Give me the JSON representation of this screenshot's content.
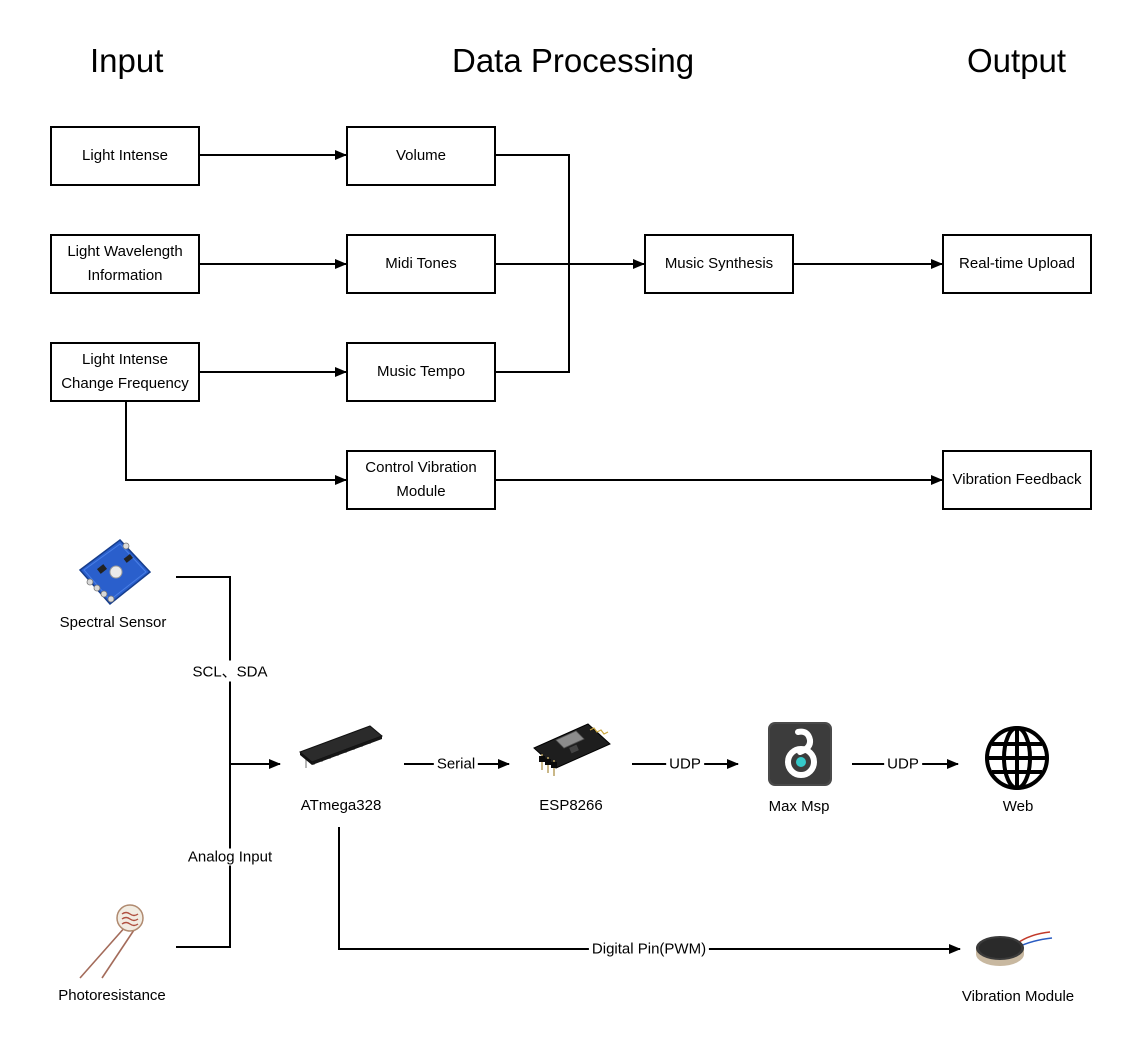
{
  "headers": {
    "input": "Input",
    "processing": "Data Processing",
    "output": "Output"
  },
  "flow_boxes": {
    "light_intense": "Light Intense",
    "light_wavelength": "Light Wavelength\nInformation",
    "light_change_freq": "Light Intense\nChange Frequency",
    "volume": "Volume",
    "midi_tones": "Midi Tones",
    "music_tempo": "Music Tempo",
    "control_vibration": "Control Vibration\nModule",
    "music_synthesis": "Music Synthesis",
    "realtime_upload": "Real-time Upload",
    "vibration_feedback": "Vibration Feedback"
  },
  "hardware": {
    "spectral_sensor": "Spectral Sensor",
    "photoresistance": "Photoresistance",
    "atmega": "ATmega328",
    "esp": "ESP8266",
    "maxmsp": "Max Msp",
    "web": "Web",
    "vibration_module": "Vibration Module"
  },
  "connections": {
    "scl_sda": "SCL、SDA",
    "analog_input": "Analog Input",
    "serial": "Serial",
    "udp_1": "UDP",
    "udp_2": "UDP",
    "digital_pin": "Digital Pin(PWM)"
  }
}
